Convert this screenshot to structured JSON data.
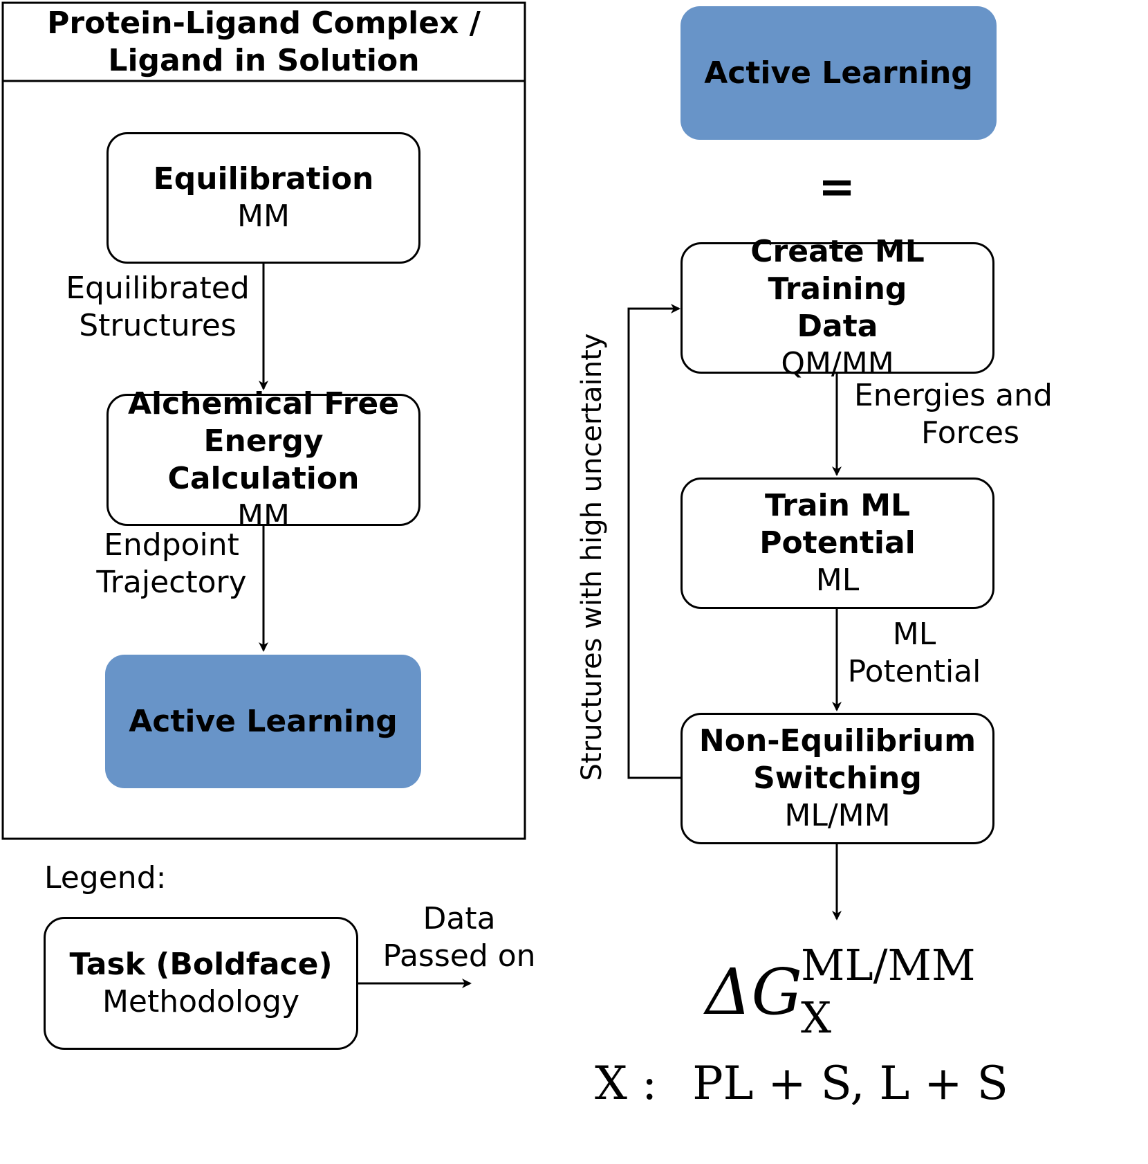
{
  "left_panel": {
    "title_line1": "Protein-Ligand Complex /",
    "title_line2": "Ligand in Solution",
    "equilibration": {
      "task": "Equilibration",
      "method": "MM"
    },
    "edge1": {
      "line1": "Equilibrated",
      "line2": "Structures"
    },
    "alchemical": {
      "task_line1": "Alchemical Free",
      "task_line2": "Energy Calculation",
      "method": "MM"
    },
    "edge2": {
      "line1": "Endpoint",
      "line2": "Trajectory"
    },
    "active_learning": "Active Learning"
  },
  "right_panel": {
    "active_learning": "Active Learning",
    "equals": "=",
    "create": {
      "task_line1": "Create ML Training",
      "task_line2": "Data",
      "method": "QM/MM"
    },
    "edge1": {
      "line1": "Energies and",
      "line2": "Forces"
    },
    "train": {
      "task": "Train ML Potential",
      "method": "ML"
    },
    "edge2": {
      "line1": "ML",
      "line2": "Potential"
    },
    "neq": {
      "task_line1": "Non-Equilibrium",
      "task_line2": "Switching",
      "method": "ML/MM"
    },
    "loop_label": "Structures with high uncertainty",
    "result": {
      "delta": "ΔG",
      "superscript": "ML/MM",
      "subscript": "X"
    },
    "footnote": {
      "x": "X :",
      "options": "PL + S,  L + S"
    }
  },
  "legend": {
    "title": "Legend:",
    "box_task": "Task (Boldface)",
    "box_method": "Methodology",
    "arrow_line1": "Data",
    "arrow_line2": "Passed on"
  },
  "colors": {
    "accent": "#6894c8",
    "stroke": "#000000"
  }
}
